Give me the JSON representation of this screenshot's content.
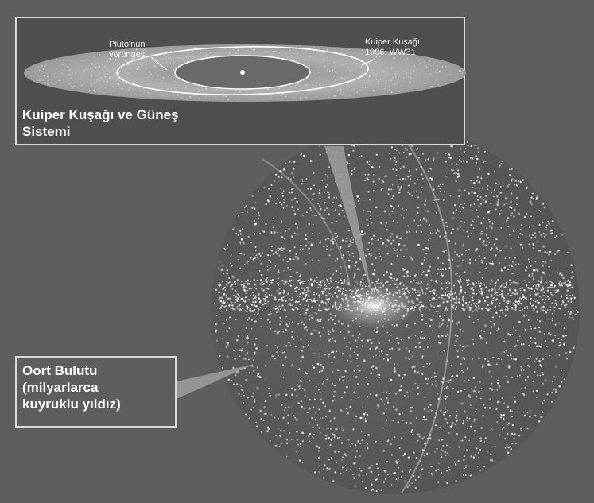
{
  "inset": {
    "title_line1": "Kuiper Kuşağı ve Güneş",
    "title_line2": "Sistemi",
    "pluto_label_line1": "Pluto'nun",
    "pluto_label_line2": "yörüngesi",
    "kuiper_object_line1": "Kuiper Kuşağı",
    "kuiper_object_line2": "1996, WW31"
  },
  "oort": {
    "line1": "Oort Bulutu",
    "line2": "(milyarlarca",
    "line3": "kuyruklu yıldız)"
  },
  "colors": {
    "background": "#5e5e5e",
    "inset_background": "#4f4f4f",
    "belt": "#a9a9a9",
    "frame_border": "#d9d9d9",
    "dots": "#ffffff"
  }
}
